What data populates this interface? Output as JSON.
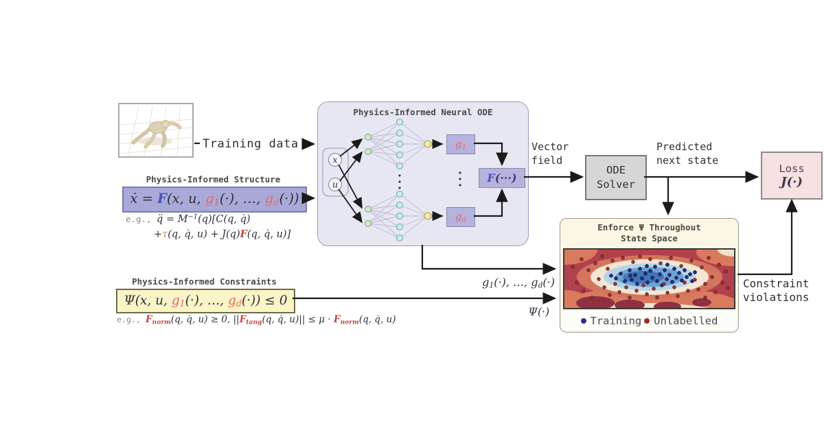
{
  "labels": {
    "training_data": "Training data",
    "vector_field": [
      "Vector",
      "field"
    ],
    "predicted_next_state": [
      "Predicted",
      "next state"
    ],
    "constraint_violations": [
      "Constraint",
      "violations"
    ]
  },
  "neural_ode": {
    "title": "Physics-Informed Neural ODE",
    "input_x": "x",
    "input_u": "u",
    "g1": [
      [
        "g",
        "red"
      ],
      [
        "1",
        "red",
        "sub"
      ]
    ],
    "gd": [
      [
        "g",
        "red"
      ],
      [
        "d",
        "red",
        "sub"
      ]
    ],
    "F": [
      [
        "F",
        "blue"
      ],
      [
        "(···)",
        "navy"
      ]
    ]
  },
  "structure": {
    "heading": "Physics-Informed Structure",
    "equation": [
      [
        "ẋ = ",
        "dark"
      ],
      [
        "F",
        "blue"
      ],
      [
        "(x, u, ",
        "dark"
      ],
      [
        "g",
        "red"
      ],
      [
        "1",
        "red",
        "sub"
      ],
      [
        "(·), …, ",
        "dark"
      ],
      [
        "g",
        "red"
      ],
      [
        "d",
        "red",
        "sub"
      ],
      [
        "(·))",
        "dark"
      ]
    ],
    "example_line1": [
      [
        "e.g.,  ",
        "grey"
      ],
      [
        "q̈ = M",
        "dark"
      ],
      [
        "−1",
        "dark",
        "sup"
      ],
      [
        "(q)[C(q, q̇)",
        "dark"
      ]
    ],
    "example_line2": [
      [
        "+",
        "dark"
      ],
      [
        "τ",
        "orange"
      ],
      [
        "(q, q̇, u) + J(q)",
        "dark"
      ],
      [
        "F",
        "redF"
      ],
      [
        "(q, q̇, u)]",
        "dark"
      ]
    ]
  },
  "constraints": {
    "heading": "Physics-Informed Constraints",
    "equation": [
      [
        "Ψ(x, u, ",
        "dark"
      ],
      [
        "g",
        "red"
      ],
      [
        "1",
        "red",
        "sub"
      ],
      [
        "(·), …, ",
        "dark"
      ],
      [
        "g",
        "red"
      ],
      [
        "d",
        "red",
        "sub"
      ],
      [
        "(·)) ≤ 0",
        "dark"
      ]
    ],
    "example": [
      [
        "e.g., ",
        "grey"
      ],
      [
        "F",
        "redF"
      ],
      [
        "norm",
        "redF",
        "sub"
      ],
      [
        "(q, q̇, u) ≥ 0,  ||",
        "dark"
      ],
      [
        "F",
        "redF"
      ],
      [
        "tang",
        "redF",
        "sub"
      ],
      [
        "(q, q̇, u)|| ≤ μ · ",
        "dark"
      ],
      [
        "F",
        "redF"
      ],
      [
        "norm",
        "redF",
        "sub"
      ],
      [
        "(q, q̇, u)",
        "dark"
      ]
    ]
  },
  "ode_solver": [
    "ODE",
    "Solver"
  ],
  "loss": {
    "title": "Loss",
    "symbol": [
      [
        "J(·)",
        "script"
      ]
    ]
  },
  "arrow_labels": {
    "g_outputs": [
      [
        "g",
        "dark"
      ],
      [
        "1",
        "dark",
        "sub"
      ],
      [
        "(·), …, ",
        "dark"
      ],
      [
        "g",
        "dark"
      ],
      [
        "d",
        "dark",
        "sub"
      ],
      [
        "(·)",
        "dark"
      ]
    ],
    "psi": [
      [
        "Ψ(·)",
        "dark"
      ]
    ]
  },
  "panel": {
    "title": [
      "Enforce Ψ Throughout",
      "State Space"
    ],
    "legend": [
      {
        "label": "Training",
        "color": "#2a2f8f"
      },
      {
        "label": "Unlabelled",
        "color": "#9c2f2f"
      }
    ],
    "scatter": {
      "training": [
        [
          75,
          42
        ],
        [
          82,
          35
        ],
        [
          88,
          46
        ],
        [
          95,
          30
        ],
        [
          98,
          44
        ],
        [
          103,
          37
        ],
        [
          106,
          50
        ],
        [
          110,
          28
        ],
        [
          113,
          42
        ],
        [
          118,
          35
        ],
        [
          121,
          48
        ],
        [
          125,
          31
        ],
        [
          128,
          41
        ],
        [
          132,
          25
        ],
        [
          135,
          46
        ],
        [
          139,
          36
        ],
        [
          142,
          52
        ],
        [
          146,
          30
        ],
        [
          149,
          43
        ],
        [
          153,
          37
        ],
        [
          157,
          47
        ],
        [
          160,
          28
        ],
        [
          163,
          41
        ],
        [
          167,
          34
        ],
        [
          171,
          45
        ],
        [
          175,
          30
        ],
        [
          178,
          40
        ],
        [
          183,
          36
        ],
        [
          186,
          46
        ],
        [
          150,
          22
        ],
        [
          120,
          24
        ],
        [
          96,
          38
        ],
        [
          68,
          38
        ],
        [
          190,
          33
        ]
      ],
      "unlabelled": [
        [
          12,
          25
        ],
        [
          18,
          48
        ],
        [
          25,
          14
        ],
        [
          28,
          60
        ],
        [
          35,
          30
        ],
        [
          40,
          70
        ],
        [
          45,
          20
        ],
        [
          50,
          43
        ],
        [
          55,
          10
        ],
        [
          58,
          55
        ],
        [
          63,
          28
        ],
        [
          66,
          66
        ],
        [
          70,
          16
        ],
        [
          74,
          50
        ],
        [
          80,
          62
        ],
        [
          85,
          12
        ],
        [
          90,
          55
        ],
        [
          95,
          70
        ],
        [
          100,
          18
        ],
        [
          105,
          60
        ],
        [
          110,
          10
        ],
        [
          115,
          52
        ],
        [
          120,
          65
        ],
        [
          125,
          14
        ],
        [
          130,
          57
        ],
        [
          135,
          70
        ],
        [
          140,
          20
        ],
        [
          145,
          50
        ],
        [
          150,
          63
        ],
        [
          155,
          12
        ],
        [
          160,
          55
        ],
        [
          165,
          68
        ],
        [
          170,
          24
        ],
        [
          175,
          48
        ],
        [
          180,
          60
        ],
        [
          185,
          16
        ],
        [
          190,
          44
        ],
        [
          195,
          58
        ],
        [
          200,
          26
        ],
        [
          205,
          50
        ],
        [
          210,
          12
        ],
        [
          215,
          40
        ],
        [
          220,
          62
        ],
        [
          225,
          22
        ],
        [
          230,
          48
        ],
        [
          235,
          32
        ],
        [
          238,
          56
        ],
        [
          205,
          70
        ]
      ]
    }
  },
  "colors": {
    "accent_purple": "#a9a9d8",
    "accent_yellow": "#faf4c6",
    "accent_pink": "#f8e1e1",
    "accent_grey": "#d6d6d6",
    "math_blue": "#4553c2",
    "math_red": "#e06969",
    "contour_bg": "#b2414e",
    "contour_salmon": "#d97a5e",
    "contour_cream": "#f2e7d3",
    "contour_lightblue": "#b5d4e6",
    "contour_blue": "#6fa3d0",
    "contour_core": "#4276b4",
    "dot_training": "#1f2a80",
    "dot_unlabelled": "#a23636"
  }
}
